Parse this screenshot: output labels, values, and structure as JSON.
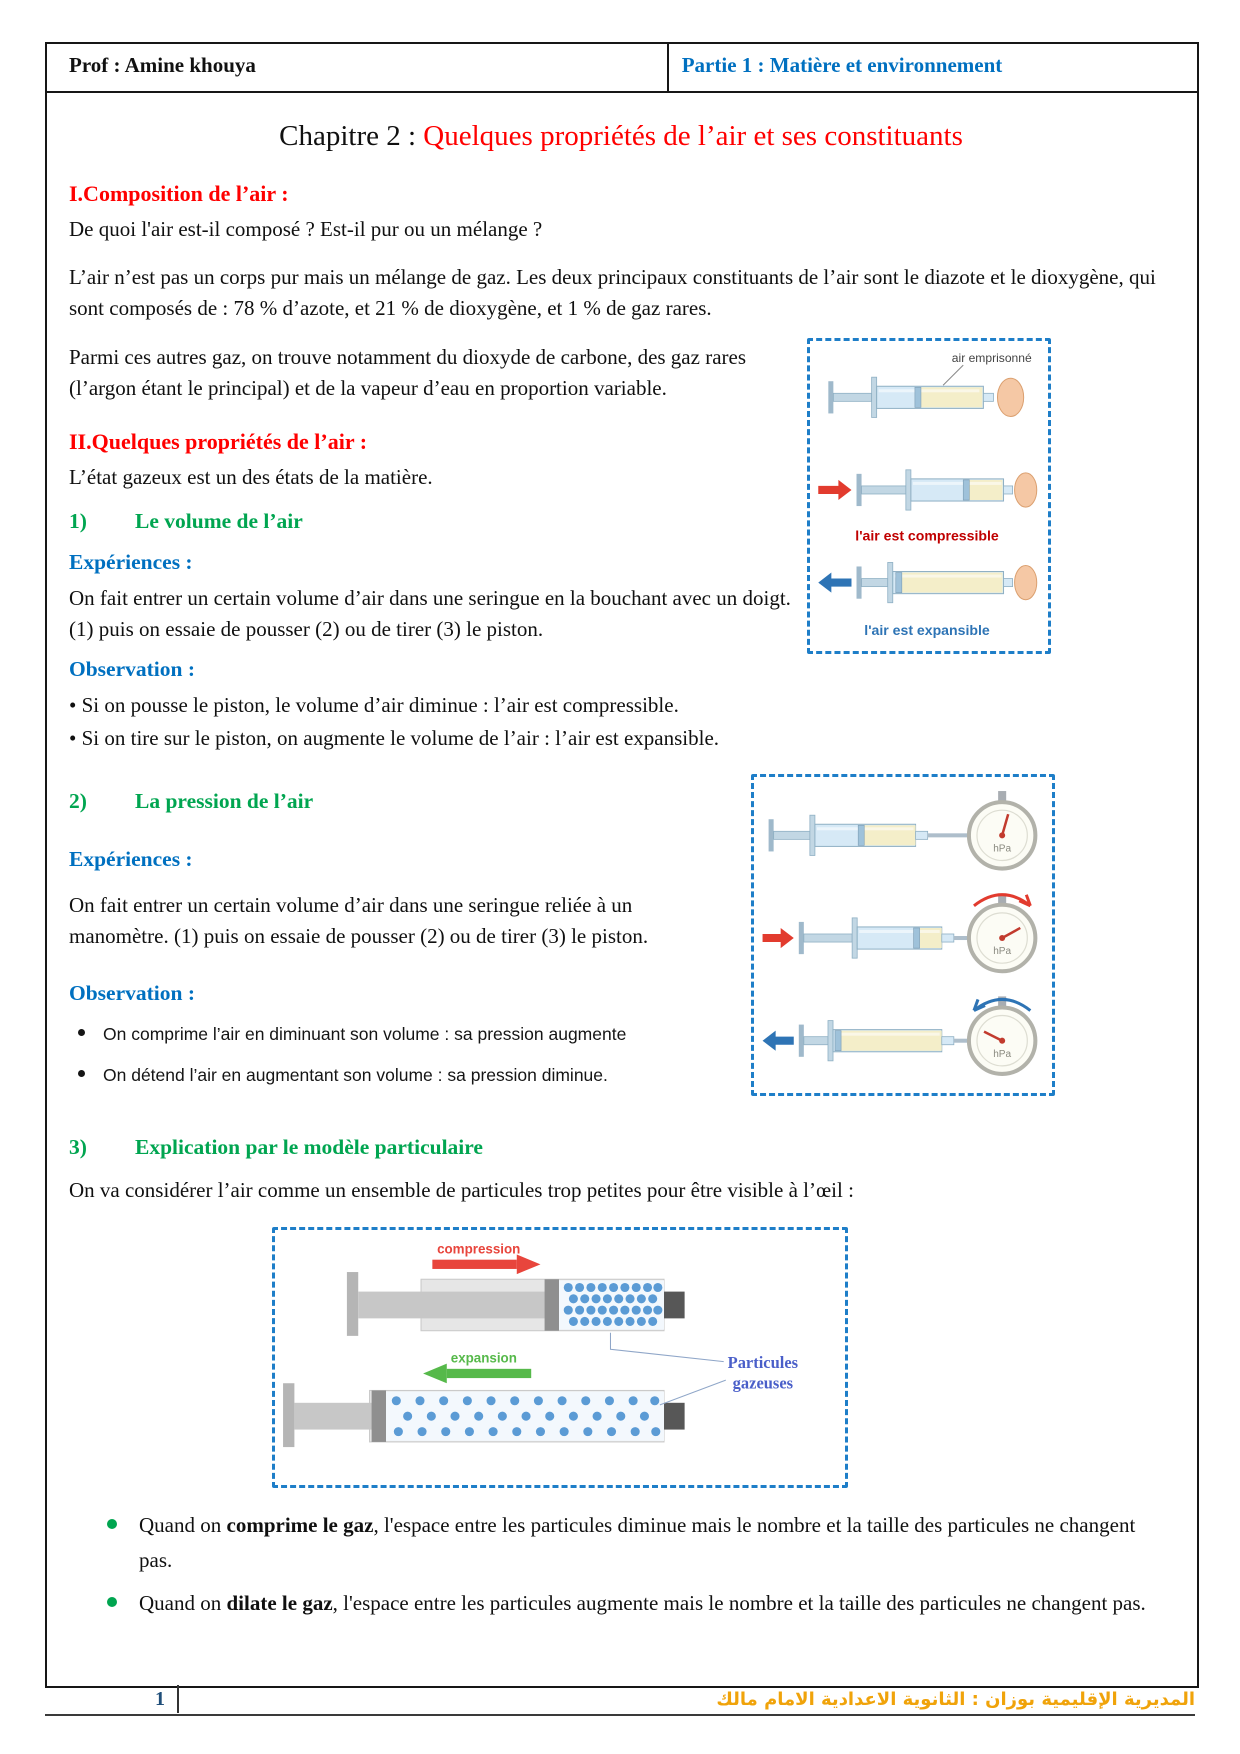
{
  "header": {
    "prof": "Prof : Amine khouya",
    "partie": "Partie  1 : Matière et environnement"
  },
  "title": {
    "prefix": "Chapitre 2 : ",
    "main": "Quelques propriétés de l’air et ses constituants"
  },
  "section1": {
    "heading": "I.Composition de l’air :",
    "question": "De quoi l'air est-il composé ? Est-il  pur ou un mélange ?",
    "para1": "L’air n’est pas un corps pur mais un mélange de gaz. Les deux principaux constituants de l’air sont le diazote et le dioxygène, qui sont composés de : 78 % d’azote, et 21 % de dioxygène, et 1 % de gaz rares.",
    "para2": "Parmi ces autres gaz, on trouve notamment du dioxyde de carbone, des gaz rares (l’argon étant le principal) et de la vapeur d’eau en proportion variable."
  },
  "section2": {
    "heading": "II.Quelques propriétés de l’air :",
    "intro": "L’état gazeux est un des états de la matière.",
    "volume": {
      "num": "1)",
      "title": "Le volume de l’air",
      "exp_label": "Expériences :",
      "exp_text": "On fait entrer un certain volume d’air dans une seringue en la bouchant avec un doigt. (1) puis on essaie de pousser (2) ou de tirer (3) le piston.",
      "obs_label": "Observation :",
      "obs1": "• Si on pousse le piston, le volume d’air diminue : l’air est compressible.",
      "obs2": "• Si on tire sur le piston, on augmente le volume de l’air : l’air est expansible."
    },
    "pression": {
      "num": "2)",
      "title": "La pression de l’air",
      "exp_label": "Expériences :",
      "exp_text": "On fait entrer un certain volume d’air dans une seringue reliée à un manomètre. (1) puis on essaie de pousser (2) ou de tirer (3) le piston.",
      "obs_label": "Observation :",
      "obs1": "On comprime l’air en diminuant son volume : sa pression augmente",
      "obs2": "On détend l’air en augmentant son volume : sa pression diminue."
    },
    "modele": {
      "num": "3)",
      "title": "Explication par le modèle particulaire",
      "intro": "On va considérer l’air comme un ensemble de particules trop petites pour être visible à l’œil :"
    }
  },
  "figure_volume": {
    "label_air": "air emprisonné",
    "label_compressible": "l'air est compressible",
    "label_expansible": "l'air est expansible"
  },
  "figure_pression": {
    "gauge_unit": "hPa"
  },
  "figure_modele": {
    "compression": "compression",
    "expansion": "expansion",
    "particles_line1": "Particules",
    "particles_line2": "gazeuses"
  },
  "model_bullets": [
    {
      "pre": "Quand on ",
      "bold": "comprime le gaz",
      "post": ", l'espace entre les particules diminue mais le nombre et la taille des particules ne changent pas."
    },
    {
      "pre": "Quand on ",
      "bold": "dilate le gaz",
      "post": ", l'espace entre les particules augmente mais le nombre et la taille des particules ne changent pas."
    }
  ],
  "footer": {
    "page": "1",
    "school": "المديرية الإقليمية بوزان :  الثانوية الاعدادية الامام مالك"
  },
  "colors": {
    "accent_red": "#FF0000",
    "accent_blue": "#0070C0",
    "accent_green": "#00A550",
    "dashed_border": "#1E7EC8",
    "footer_gold": "#F0A30A"
  }
}
